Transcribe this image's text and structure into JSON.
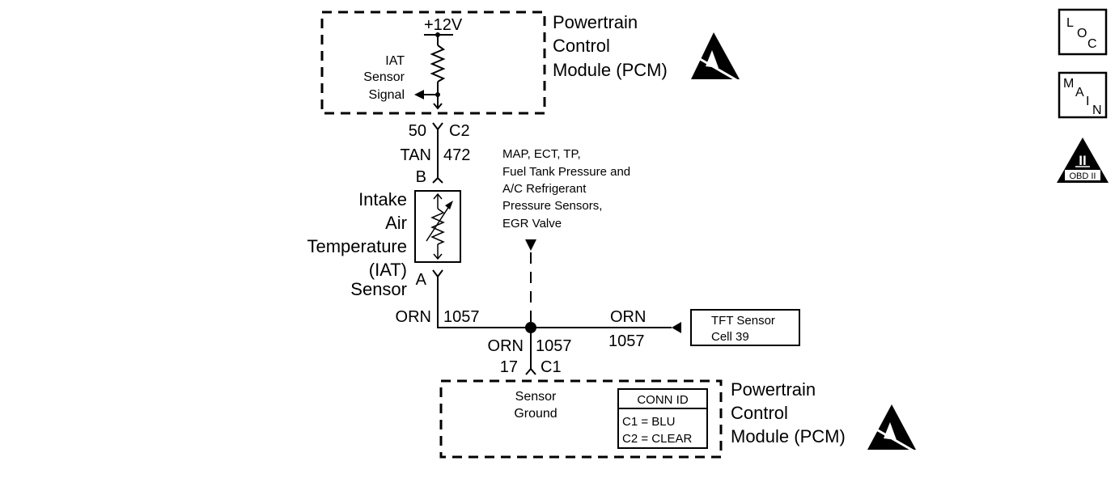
{
  "pcm_top": {
    "title_lines": [
      "Powertrain",
      "Control",
      "Module (PCM)"
    ],
    "voltage_label": "+12V",
    "signal_label_lines": [
      "IAT",
      "Sensor",
      "Signal"
    ]
  },
  "connector_c2": {
    "pin": "50",
    "connector": "C2",
    "wire_color": "TAN",
    "circuit": "472",
    "sensor_pin": "B"
  },
  "iat_sensor": {
    "label_lines": [
      "Intake",
      "Air",
      "Temperature",
      "(IAT)",
      "Sensor"
    ],
    "pin_a": "A"
  },
  "splice": {
    "left_color": "ORN",
    "left_circuit": "1057",
    "right_color": "ORN",
    "right_circuit": "1057",
    "down_color": "ORN",
    "down_circuit": "1057",
    "c1_pin": "17",
    "c1_connector": "C1"
  },
  "shared_sensors": {
    "label_lines": [
      "MAP, ECT, TP,",
      "Fuel Tank Pressure and",
      "A/C Refrigerant",
      "Pressure Sensors,",
      "EGR Valve"
    ]
  },
  "tft_box": {
    "label_lines": [
      "TFT Sensor",
      "Cell 39"
    ]
  },
  "pcm_bottom": {
    "title_lines": [
      "Powertrain",
      "Control",
      "Module (PCM)"
    ],
    "ground_label_lines": [
      "Sensor",
      "Ground"
    ],
    "conn_id": {
      "title": "CONN ID",
      "rows": [
        "C1 = BLU",
        "C2 = CLEAR"
      ]
    }
  },
  "side_icons": {
    "loc": [
      "L",
      "O",
      "C"
    ],
    "main": [
      "M",
      "A",
      "I",
      "N"
    ],
    "obd": [
      "II",
      "OBD II"
    ]
  }
}
